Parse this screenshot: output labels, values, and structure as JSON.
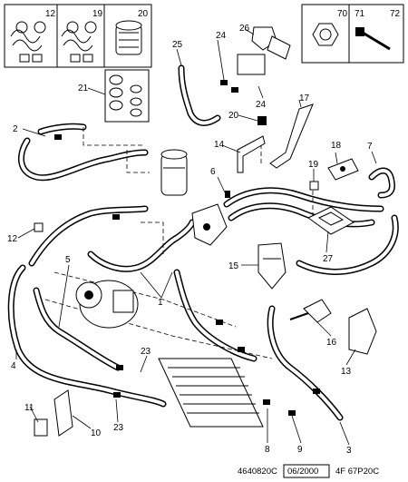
{
  "callouts": {
    "c1": "1",
    "c2": "2",
    "c3": "3",
    "c4": "4",
    "c5": "5",
    "c6": "6",
    "c7": "7",
    "c8": "8",
    "c9": "9",
    "c10": "10",
    "c11": "11",
    "c12": "12",
    "c13": "13",
    "c14": "14",
    "c15": "15",
    "c16": "16",
    "c17": "17",
    "c18": "18",
    "c19": "19",
    "c20": "20",
    "c21": "21",
    "c23a": "23",
    "c23b": "23",
    "c24a": "24",
    "c24b": "24",
    "c25": "25",
    "c26": "26",
    "c27": "27"
  },
  "inset_labels": {
    "i12": "12",
    "i19": "19",
    "i20": "20",
    "i70": "70",
    "i71": "71",
    "i72": "72"
  },
  "footer": {
    "ref": "4640820C",
    "date": "06/2000",
    "code": "4F 67P20C"
  }
}
